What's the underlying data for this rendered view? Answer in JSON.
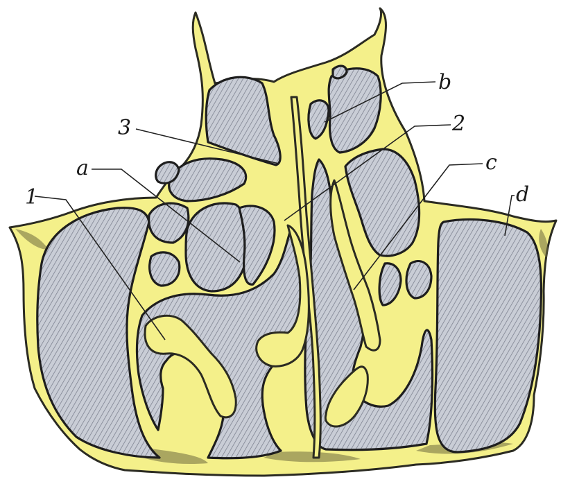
{
  "figure": {
    "labels": {
      "one": "1",
      "two": "2",
      "three": "3",
      "a": "a",
      "b": "b",
      "c": "c",
      "d": "d"
    },
    "colors": {
      "bone": "#f4f08a",
      "cavity_fill": "#c9cdd6",
      "hatch_line": "#7d8290",
      "outline": "#1e1e1e"
    }
  }
}
